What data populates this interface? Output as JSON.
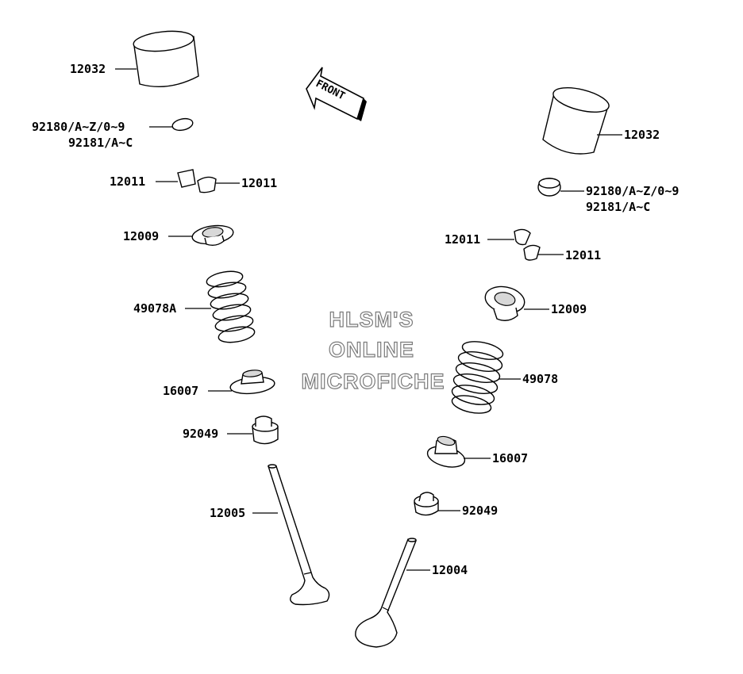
{
  "watermark": {
    "line1": "HLSM'S",
    "line2": "ONLINE",
    "line3": "MICROFICHE"
  },
  "front_arrow": {
    "label": "FRONT"
  },
  "labels": {
    "tappet_left": "12032",
    "shim_left_1": "92180/A~Z/0~9",
    "shim_left_2": "92181/A~C",
    "cotter_left_a": "12011",
    "cotter_left_b": "12011",
    "retainer_left": "12009",
    "spring_left": "49078A",
    "seat_left": "16007",
    "seal_left": "92049",
    "valve_left": "12005",
    "tappet_right": "12032",
    "shim_right_1": "92180/A~Z/0~9",
    "shim_right_2": "92181/A~C",
    "cotter_right_a": "12011",
    "cotter_right_b": "12011",
    "retainer_right": "12009",
    "spring_right": "49078",
    "seat_right": "16007",
    "seal_right": "92049",
    "valve_right": "12004"
  }
}
